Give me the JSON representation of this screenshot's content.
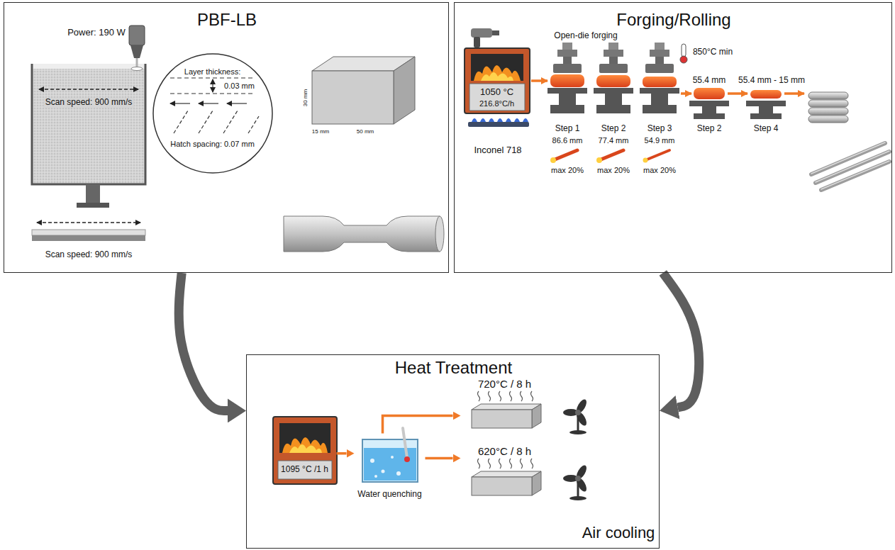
{
  "diagram": {
    "nodes": [
      {
        "text": [
          "PBF-LB"
        ]
      },
      {
        "text": [
          "Layer thickness:",
          "0.03 mm",
          "Hatch spacing: 0.07 mm"
        ],
        "in": 0
      },
      {
        "text": [
          "Forging/Rolling"
        ]
      },
      {
        "text": [
          "1050 °C",
          "216.8°C/h"
        ],
        "in": 2
      },
      {
        "text": [
          "Heat Treatment"
        ]
      },
      {
        "text": [
          "1095 °C /1 h"
        ],
        "in": 4
      },
      {
        "text": [
          "Water quenching"
        ],
        "in": 4
      },
      {
        "text": [
          "720°C / 8 h"
        ],
        "in": 4
      },
      {
        "text": [
          "620°C / 8 h"
        ],
        "in": 4
      }
    ],
    "edges": [
      {
        "from": 0,
        "to": 4,
        "arrow": "to"
      },
      {
        "from": 2,
        "to": 4,
        "arrow": "to"
      },
      {
        "from": 5,
        "to": 6,
        "arrow": "to"
      },
      {
        "from": 6,
        "to": 7,
        "arrow": "to"
      },
      {
        "from": 6,
        "to": 8,
        "arrow": "to"
      }
    ],
    "labels": [
      "Power: 190 W",
      "Scan speed: 900 mm/s",
      "30 mm",
      "15 mm",
      "50 mm",
      "Scan speed: 900 mm/s",
      "Open-die forging",
      "Inconel 718",
      "850°C min",
      "55.4 mm",
      "55.4 mm - 15 mm",
      "Step 1",
      "Step 2",
      "Step 3",
      "Step 2",
      "Step 4",
      "86.6 mm",
      "77.4 mm",
      "54.9 mm",
      "max 20%",
      "max 20%",
      "max 20%",
      "Air cooling"
    ]
  }
}
